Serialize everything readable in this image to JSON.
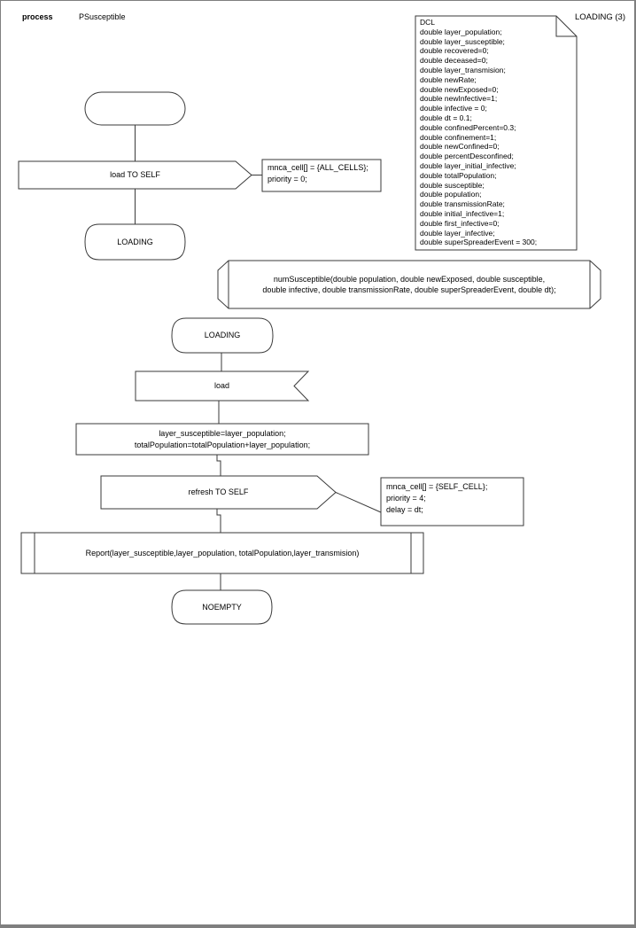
{
  "page": {
    "kind_label": "process",
    "process_name": "PSusceptible"
  },
  "declarations_note": {
    "state_ref_label": "LOADING (3)",
    "text": "DCL\ndouble layer_population;\ndouble layer_susceptible;\ndouble recovered=0;\ndouble deceased=0;\ndouble layer_transmision;\ndouble newRate;\ndouble newExposed=0;\ndouble newInfective=1;\ndouble infective = 0;\ndouble dt = 0.1;\ndouble confinedPercent=0.3;\ndouble confinement=1;\ndouble newConfined=0;\ndouble percentDesconfined;\ndouble layer_initial_infective;\ndouble totalPopulation;\ndouble susceptible;\ndouble population;\ndouble transmissionRate;\ndouble initial_infective=1;\ndouble first_infective=0;\ndouble layer_infective;\ndouble superSpreaderEvent = 300;"
  },
  "start_flow": {
    "output_message": "load TO SELF",
    "output_comment": "mnca_cell[] = {ALL_CELLS};\npriority = 0;",
    "next_state": "LOADING"
  },
  "procedure_declaration": "numSusceptible(double population, double newExposed, double susceptible,\ndouble infective, double transmissionRate, double superSpreaderEvent, double dt);",
  "loading_flow": {
    "state": "LOADING",
    "input_message": "load",
    "task": "layer_susceptible=layer_population;\ntotalPopulation=totalPopulation+layer_population;",
    "output_message": "refresh TO SELF",
    "output_comment": "mnca_cell[] = {SELF_CELL};\npriority = 4;\ndelay = dt;",
    "procedure_call": "Report(layer_susceptible,layer_population, totalPopulation,layer_transmision)",
    "next_state": "NOEMPTY"
  },
  "colors": {
    "stroke": "#3a3a3a",
    "page_border": "#7f7f7f",
    "background": "#ffffff"
  }
}
